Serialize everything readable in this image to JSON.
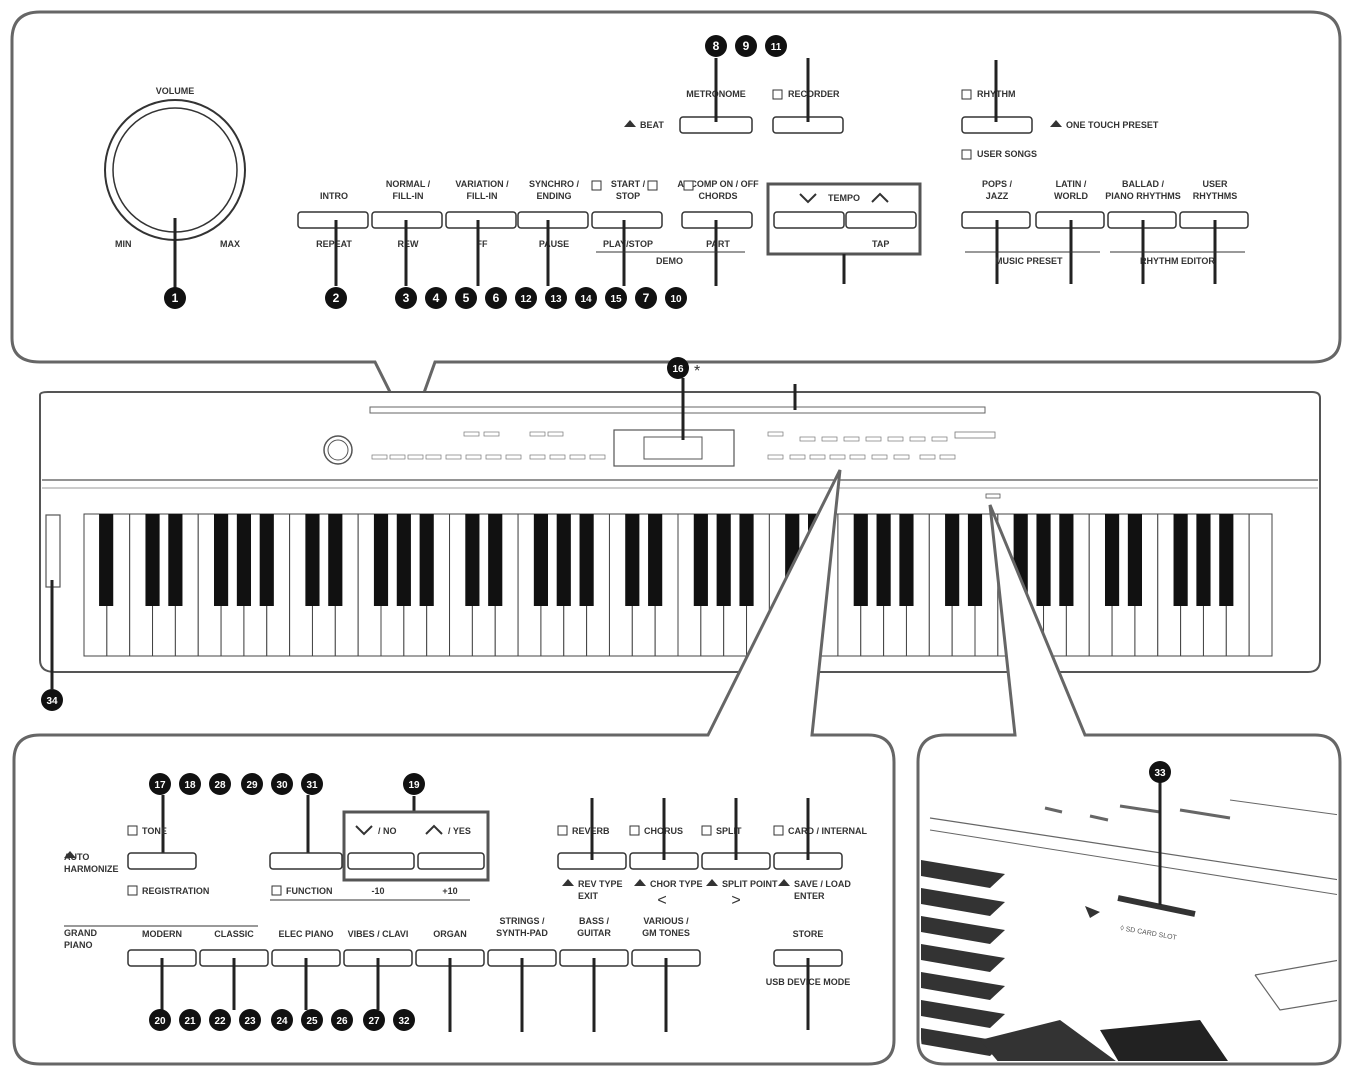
{
  "top_panel": {
    "volume": {
      "title": "VOLUME",
      "min": "MIN",
      "max": "MAX"
    },
    "buttons": [
      {
        "id": "intro",
        "top": "INTRO",
        "bottom": "REPEAT"
      },
      {
        "id": "normal",
        "top": "NORMAL /\nFILL-IN",
        "bottom": "REW"
      },
      {
        "id": "variation",
        "top": "VARIATION /\nFILL-IN",
        "bottom": "FF"
      },
      {
        "id": "synchro",
        "top": "SYNCHRO /\nENDING",
        "bottom": "PAUSE"
      },
      {
        "id": "start",
        "top": "START /\nSTOP",
        "bottom": "PLAY/STOP"
      },
      {
        "id": "accomp",
        "top": "ACCOMP ON / OFF\nCHORDS",
        "bottom": "PART"
      }
    ],
    "demo_label": "DEMO",
    "tempo": {
      "label": "TEMPO",
      "tap": "TAP"
    },
    "metronome": {
      "label": "METRONOME",
      "beat": "BEAT"
    },
    "recorder": {
      "label": "RECORDER"
    },
    "rhythm": {
      "label": "RHYTHM",
      "one_touch": "ONE TOUCH PRESET",
      "user_songs": "USER SONGS"
    },
    "music_buttons": [
      {
        "id": "pops",
        "label": "POPS /\nJAZZ"
      },
      {
        "id": "latin",
        "label": "LATIN /\nWORLD"
      },
      {
        "id": "ballad",
        "label": "BALLAD /\nPIANO RHYTHMS"
      },
      {
        "id": "user_rhythms",
        "label": "USER\nRHYTHMS"
      }
    ],
    "music_preset": "MUSIC PRESET",
    "rhythm_editor": "RHYTHM EDITOR"
  },
  "bottom_left_panel": {
    "tone": "TONE",
    "auto_harmonize": "AUTO\nHARMONIZE",
    "registration": "REGISTRATION",
    "function": "FUNCTION",
    "no": "/ NO",
    "yes": "/ YES",
    "minus10": "-10",
    "plus10": "+10",
    "reverb": "REVERB",
    "rev_type": "REV TYPE\nEXIT",
    "chorus": "CHORUS",
    "chor_type": "CHOR TYPE",
    "split": "SPLIT",
    "split_point": "SPLIT POINT",
    "card": "CARD / INTERNAL",
    "save_load": "SAVE / LOAD\nENTER",
    "grand_piano": "GRAND\nPIANO",
    "tone_buttons": [
      {
        "id": "modern",
        "label": "MODERN"
      },
      {
        "id": "classic",
        "label": "CLASSIC"
      },
      {
        "id": "elec_piano",
        "label": "ELEC PIANO"
      },
      {
        "id": "vibes",
        "label": "VIBES / CLAVI"
      },
      {
        "id": "organ",
        "label": "ORGAN"
      },
      {
        "id": "strings",
        "label": "STRINGS /\nSYNTH-PAD"
      },
      {
        "id": "bass",
        "label": "BASS /\nGUITAR"
      },
      {
        "id": "various",
        "label": "VARIOUS /\nGM TONES"
      }
    ],
    "store": "STORE",
    "usb_device_mode": "USB DEVICE MODE"
  },
  "callouts": {
    "c1": "1",
    "c2": "2",
    "c3": "3",
    "c4": "4",
    "c5": "5",
    "c6": "6",
    "c7": "7",
    "c8": "8",
    "c9": "9",
    "c10": "10",
    "c11": "11",
    "c12": "12",
    "c13": "13",
    "c14": "14",
    "c15": "15",
    "c16": "16",
    "c16_star": "*",
    "c17": "17",
    "c18": "18",
    "c19": "19",
    "c20": "20",
    "c21": "21",
    "c22": "22",
    "c23": "23",
    "c24": "24",
    "c25": "25",
    "c26": "26",
    "c27": "27",
    "c28": "28",
    "c29": "29",
    "c30": "30",
    "c31": "31",
    "c32": "32",
    "c33": "33",
    "c34": "34"
  }
}
